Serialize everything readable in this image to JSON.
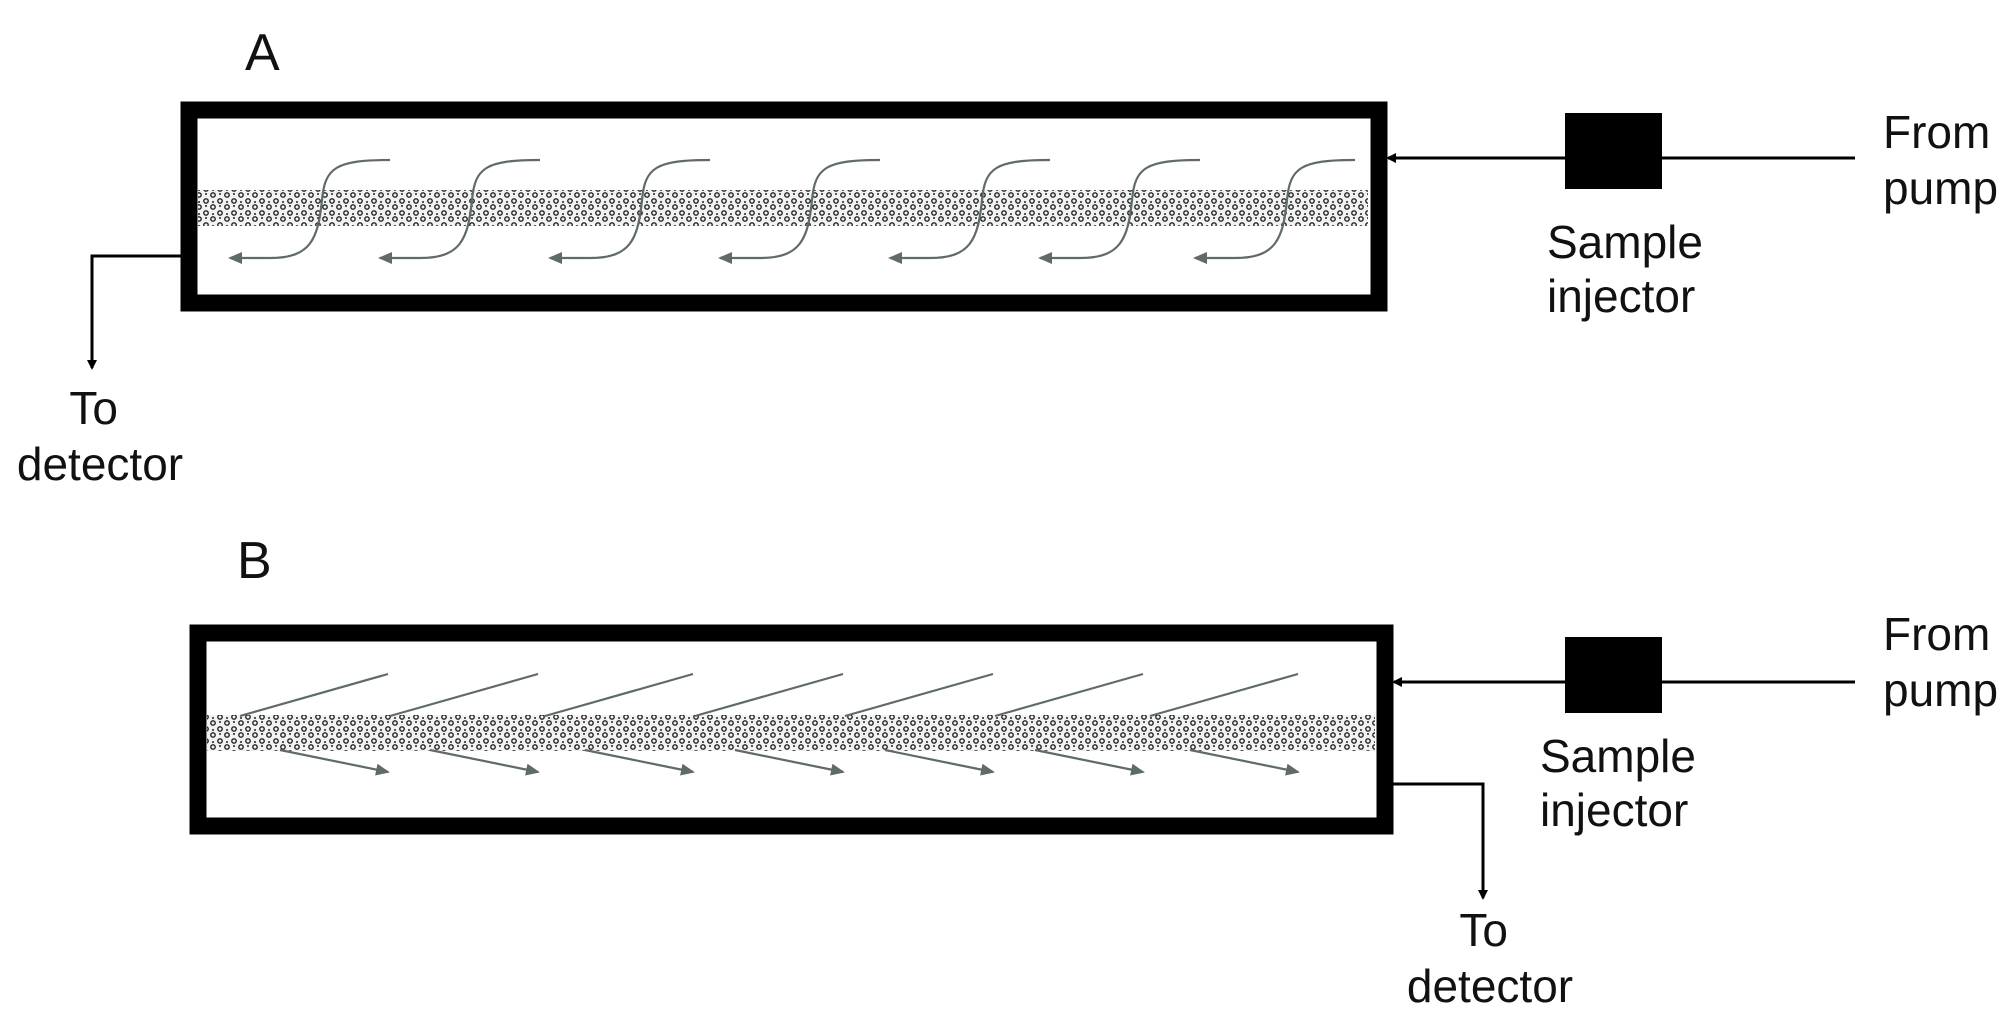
{
  "panels": [
    {
      "letter": "A",
      "detector_label": [
        "To",
        "detector"
      ],
      "injector_label": [
        "Sample",
        "injector"
      ],
      "pump_label": [
        "From",
        "pump"
      ],
      "flow_direction": "right-to-left",
      "outlet_position": "left"
    },
    {
      "letter": "B",
      "detector_label": [
        "To",
        "detector"
      ],
      "injector_label": [
        "Sample",
        "injector"
      ],
      "pump_label": [
        "From",
        "pump"
      ],
      "flow_direction": "left-to-right",
      "outlet_position": "right"
    }
  ],
  "colors": {
    "line": "#000000",
    "flow_arrow": "#5f6a6a",
    "membrane_dot": "#222222",
    "membrane_bg": "#f2f2f2"
  }
}
